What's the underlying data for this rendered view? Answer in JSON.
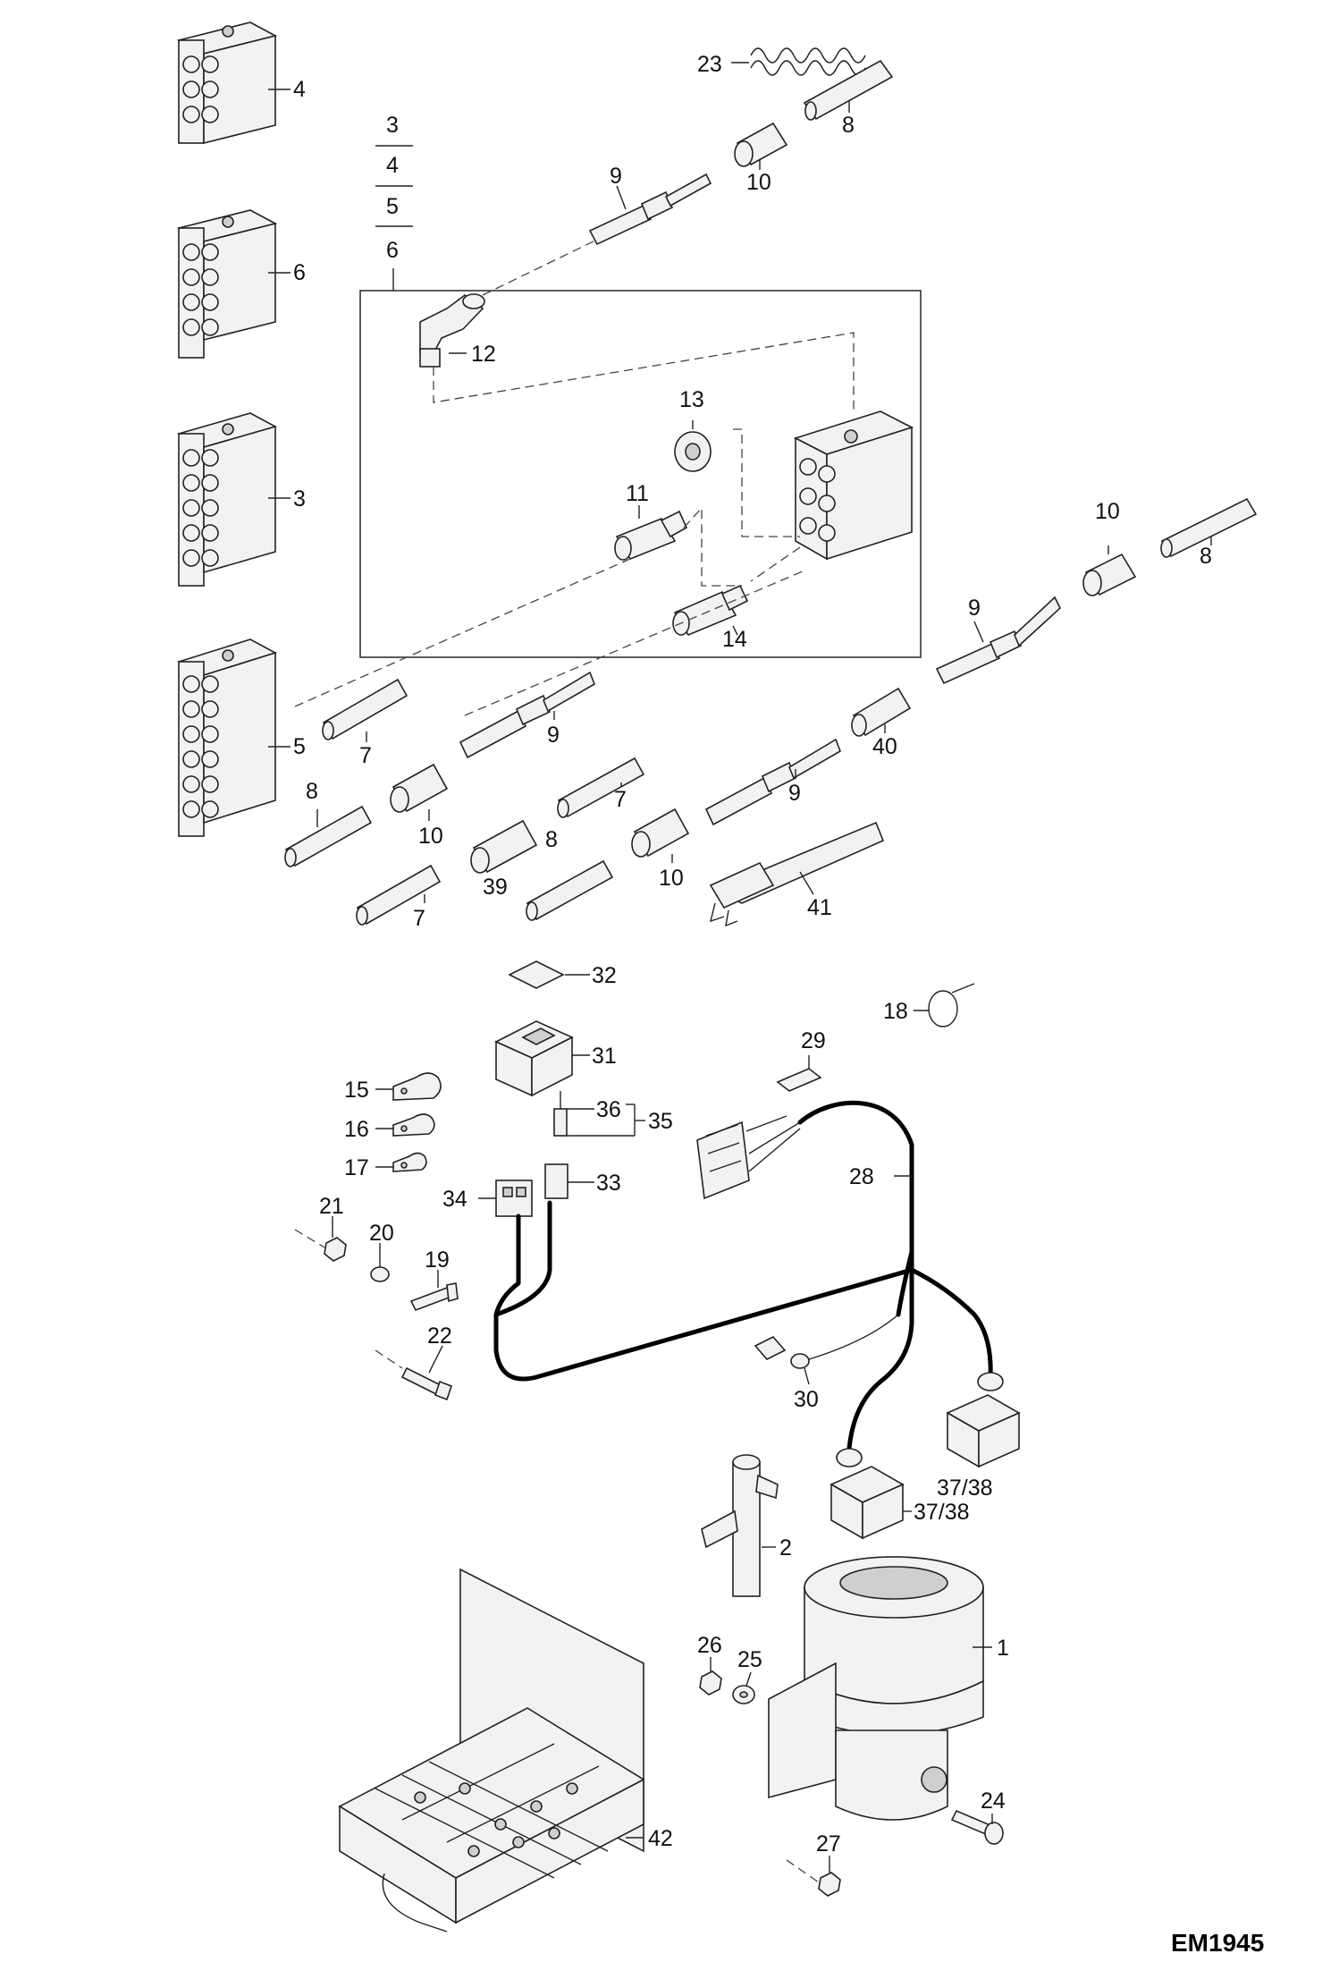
{
  "drawing_id": "EM1945",
  "callouts": {
    "c1": "1",
    "c2": "2",
    "c3": "3",
    "c4": "4",
    "c5": "5",
    "c6": "6",
    "c7": "7",
    "c8": "8",
    "c9": "9",
    "c10": "10",
    "c11": "11",
    "c12": "12",
    "c13": "13",
    "c14": "14",
    "c15": "15",
    "c16": "16",
    "c17": "17",
    "c18": "18",
    "c19": "19",
    "c20": "20",
    "c21": "21",
    "c22": "22",
    "c23": "23",
    "c24": "24",
    "c25": "25",
    "c26": "26",
    "c27": "27",
    "c28": "28",
    "c29": "29",
    "c30": "30",
    "c31": "31",
    "c32": "32",
    "c33": "33",
    "c34": "34",
    "c35": "35",
    "c36": "36",
    "c39": "39",
    "c40": "40",
    "c41": "41",
    "c42": "42",
    "c3738": "37/38"
  }
}
